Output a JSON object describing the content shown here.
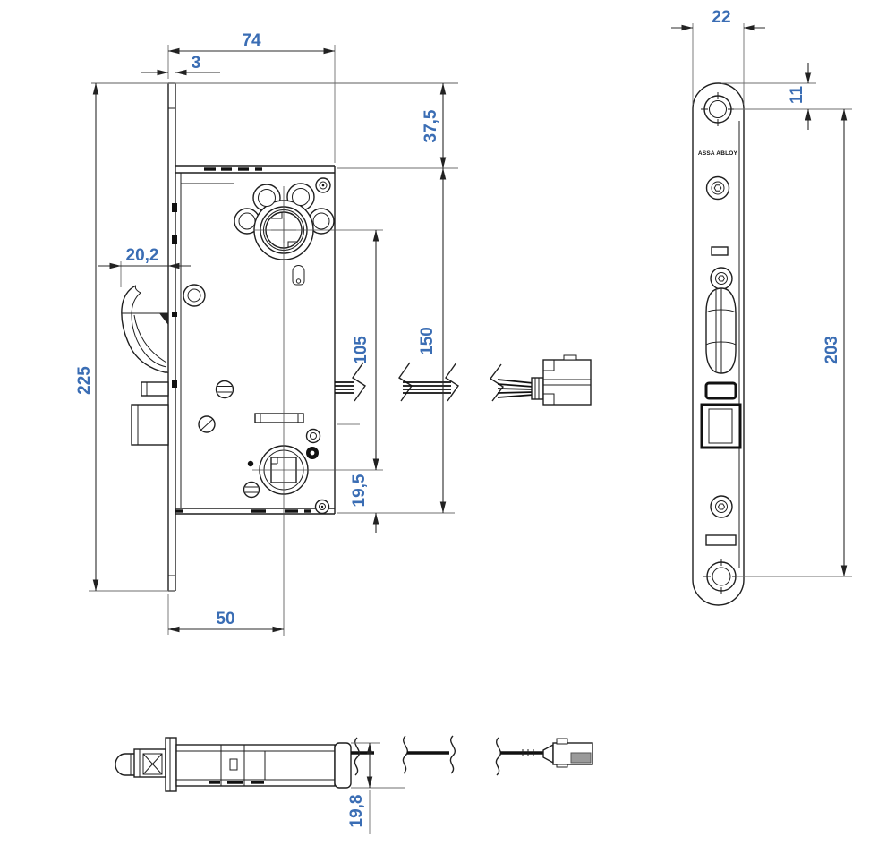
{
  "brand": "ASSA ABLOY",
  "colors": {
    "dimension_text": "#3a6db4",
    "line": "#1f1f1f"
  },
  "dims": {
    "front_width": "74",
    "faceplate_thickness": "3",
    "top_to_case": "37,5",
    "hook_projection": "20,2",
    "faceplate_height": "225",
    "cylinder_to_follower": "105",
    "case_height": "150",
    "follower_to_bottom": "19,5",
    "backset": "50",
    "faceplate_width": "22",
    "top_screw_offset": "11",
    "screw_spacing": "203",
    "lock_depth": "19,8"
  }
}
